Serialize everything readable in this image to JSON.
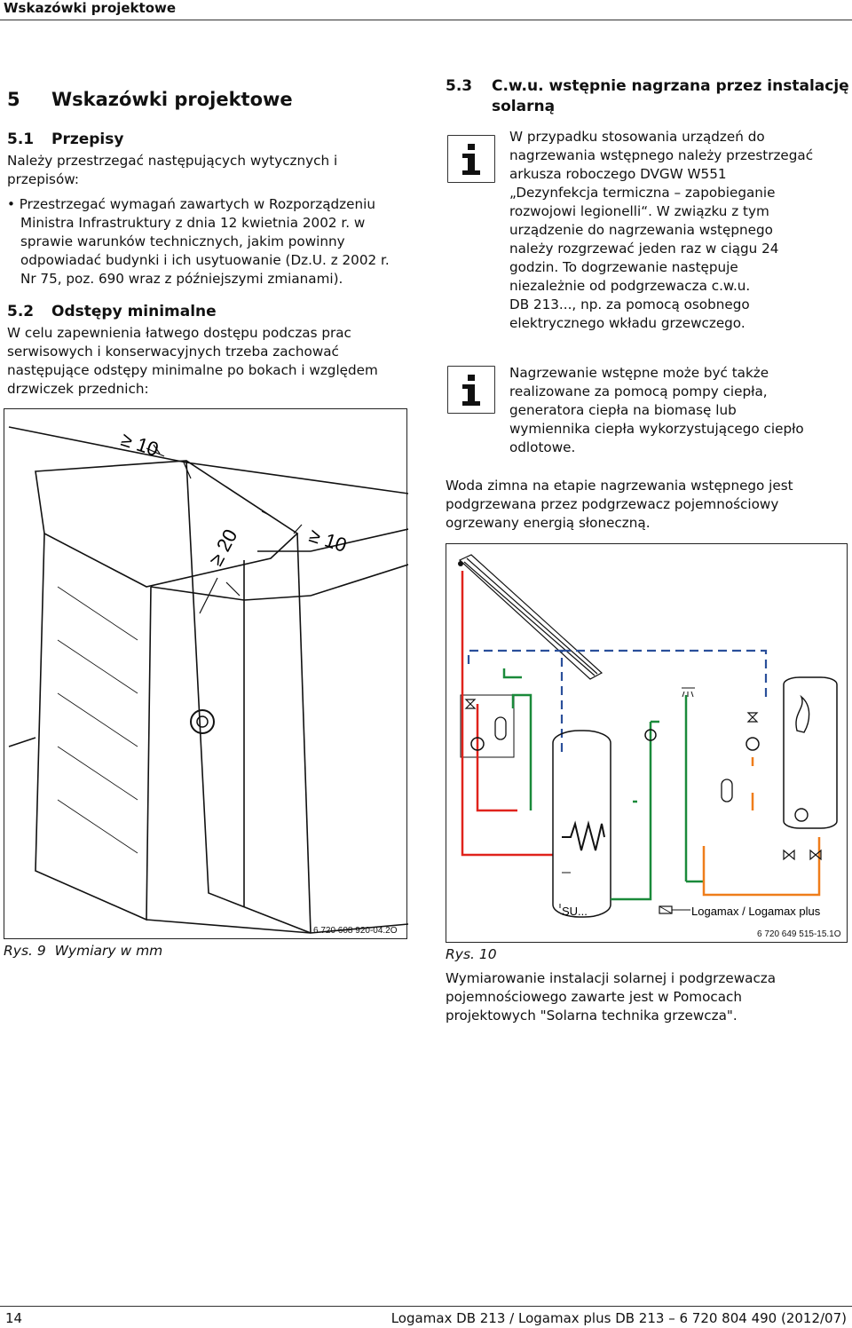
{
  "header": {
    "running_title": "Wskazówki projektowe"
  },
  "section5": {
    "number": "5",
    "title": "Wskazówki projektowe"
  },
  "section5_1": {
    "number": "5.1",
    "title": "Przepisy",
    "intro_line1": "Należy przestrzegać następujących wytycznych i",
    "intro_line2": "przepisów:",
    "bullet_line1": "• Przestrzegać wymagań zawartych w Rozporządzeniu",
    "bullet_line2": "Ministra Infrastruktury z dnia 12 kwietnia 2002 r. w",
    "bullet_line3": "sprawie warunków technicznych, jakim powinny",
    "bullet_line4": "odpowiadać budynki i ich usytuowanie (Dz.U. z 2002 r.",
    "bullet_line5": "Nr 75, poz. 690 wraz z późniejszymi zmianami)."
  },
  "section5_2": {
    "number": "5.2",
    "title": "Odstępy minimalne",
    "line1": "W celu zapewnienia łatwego dostępu podczas prac",
    "line2": "serwisowych i konserwacyjnych trzeba zachować",
    "line3": "następujące odstępy minimalne po bokach i względem",
    "line4": "drzwiczek przednich:"
  },
  "figure9": {
    "dim_top": "≥ 10",
    "dim_side": "≥ 20",
    "dim_right": "≥ 10",
    "id": "6 720 608 920-04.2O",
    "caption_label": "Rys. 9",
    "caption_text": "Wymiary w mm"
  },
  "section5_3": {
    "number": "5.3",
    "title_line1": "C.w.u. wstępnie nagrzana przez instalację",
    "title_line2": "solarną",
    "info1_line1": "W przypadku stosowania urządzeń do",
    "info1_line2": "nagrzewania wstępnego należy przestrzegać",
    "info1_line3": "arkusza roboczego DVGW W551",
    "info1_line4": "„Dezynfekcja termiczna – zapobieganie",
    "info1_line5": "rozwojowi legionelli“. W związku z tym",
    "info1_line6": "urządzenie do nagrzewania wstępnego",
    "info1_line7": "należy rozgrzewać jeden raz w ciągu 24",
    "info1_line8": "godzin. To dogrzewanie następuje",
    "info1_line9": "niezależnie od podgrzewacza c.w.u.",
    "info1_line10": "DB 213..., np. za pomocą osobnego",
    "info1_line11": "elektrycznego wkładu grzewczego.",
    "info2_line1": "Nagrzewanie wstępne może być także",
    "info2_line2": "realizowane za pomocą pompy ciepła,",
    "info2_line3": "generatora ciepła na biomasę lub",
    "info2_line4": "wymiennika ciepła wykorzystującego ciepło",
    "info2_line5": "odlotowe.",
    "para_line1": "Woda zimna na etapie nagrzewania wstępnego jest",
    "para_line2": "podgrzewana przez podgrzewacz pojemnościowy",
    "para_line3": "ogrzewany energią słoneczną."
  },
  "figure10": {
    "label_su": "SU...",
    "label_logamax": "Logamax / Logamax plus",
    "id": "6 720 649 515-15.1O",
    "caption_label": "Rys. 10",
    "after_line1": "Wymiarowanie instalacji solarnej i podgrzewacza",
    "after_line2": "pojemnościowego zawarte jest w Pomocach",
    "after_line3": "projektowych \"Solarna technika grzewcza\"."
  },
  "footer": {
    "page_number": "14",
    "doc_title": "Logamax DB 213 / Logamax plus DB 213 – 6 720 804 490 (2012/07)"
  },
  "colors": {
    "pipe_red": "#e0231c",
    "pipe_green": "#1a8a3a",
    "pipe_orange": "#ef7d1a",
    "pipe_blue": "#2a4f9a"
  }
}
